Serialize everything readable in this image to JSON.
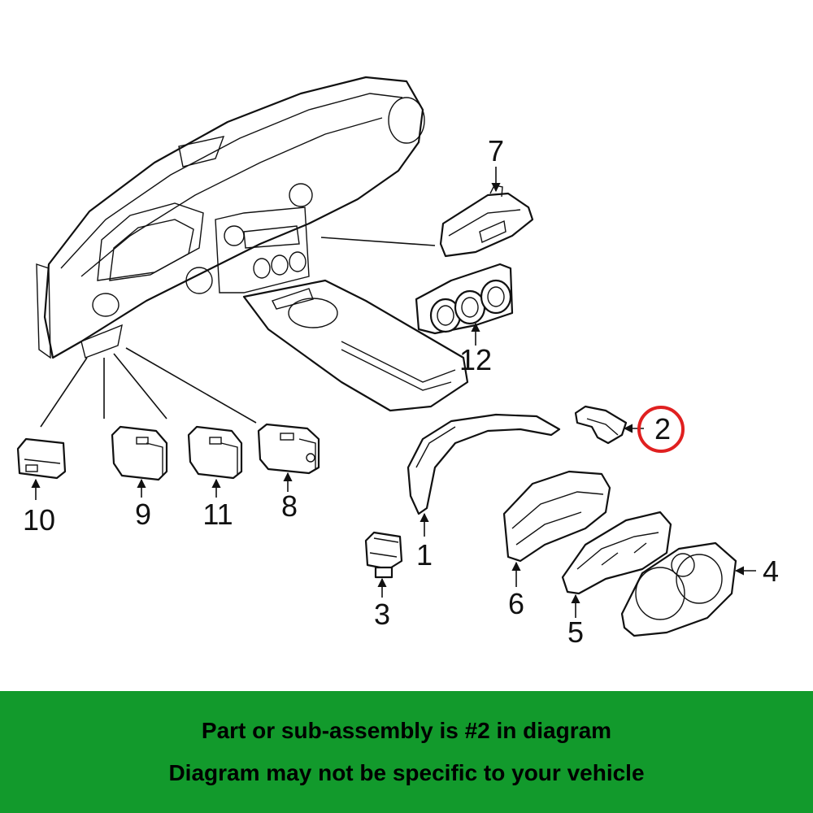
{
  "callouts": {
    "c1": "1",
    "c2": "2",
    "c3": "3",
    "c4": "4",
    "c5": "5",
    "c6": "6",
    "c7": "7",
    "c8": "8",
    "c9": "9",
    "c10": "10",
    "c11": "11",
    "c12": "12"
  },
  "highlight": {
    "target": "2",
    "color": "#e02020"
  },
  "banner": {
    "background": "#129a2c",
    "line1": "Part or sub-assembly is #2 in diagram",
    "line2": "Diagram may not be specific to your vehicle"
  }
}
